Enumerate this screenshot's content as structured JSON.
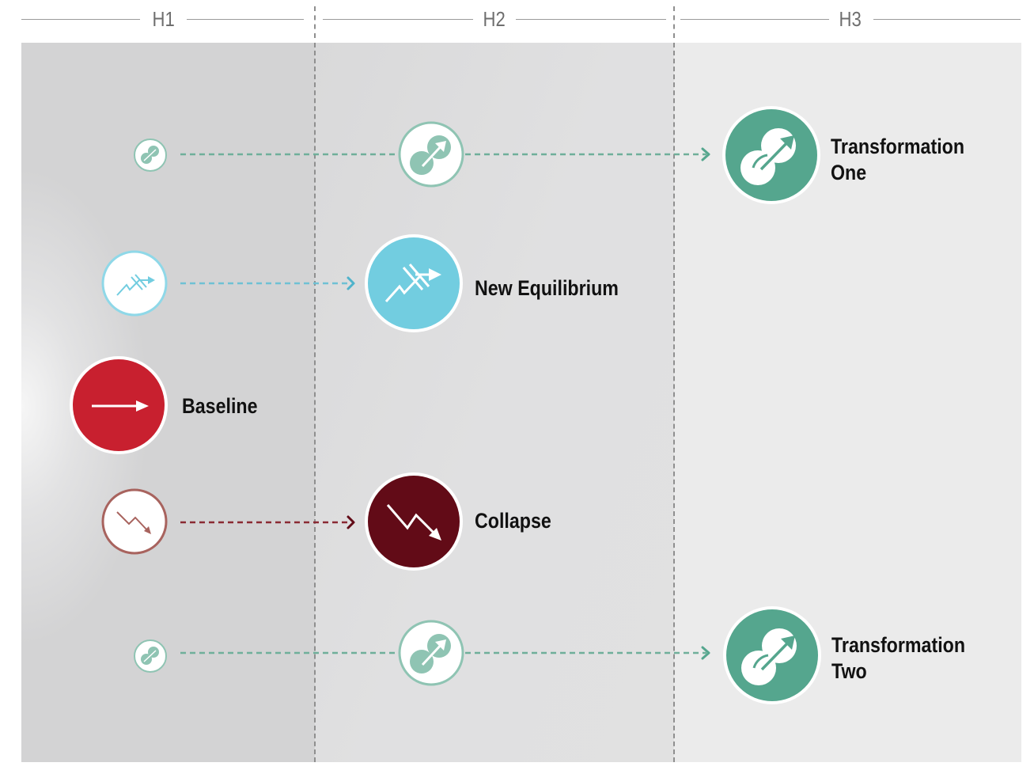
{
  "header": {
    "horizons": [
      {
        "label": "H1"
      },
      {
        "label": "H2"
      },
      {
        "label": "H3"
      }
    ]
  },
  "colors": {
    "transformation": "#55a68e",
    "transformation_light": "#8fc4b3",
    "new_equilibrium": "#72cde0",
    "baseline": "#c8202f",
    "collapse": "#620b17",
    "collapse_light": "#a8635e",
    "divider": "#8f8f8f"
  },
  "nodes": {
    "transformation_one": {
      "label_line1": "Transformation",
      "label_line2": "One",
      "icon": "two-circles-arrow-icon"
    },
    "new_equilibrium": {
      "label": "New Equilibrium",
      "icon": "zigzag-barrier-arrow-icon"
    },
    "baseline": {
      "label": "Baseline",
      "icon": "right-arrow-icon"
    },
    "collapse": {
      "label": "Collapse",
      "icon": "down-zigzag-arrow-icon"
    },
    "transformation_two": {
      "label_line1": "Transformation",
      "label_line2": "Two",
      "icon": "two-circles-arrow-icon"
    }
  },
  "paths": [
    {
      "from": "H1",
      "via": "H2",
      "to": "H3",
      "scenario": "Transformation One"
    },
    {
      "from": "H1",
      "to": "H2",
      "scenario": "New Equilibrium"
    },
    {
      "from": "H1",
      "scenario": "Baseline"
    },
    {
      "from": "H1",
      "to": "H2",
      "scenario": "Collapse"
    },
    {
      "from": "H1",
      "via": "H2",
      "to": "H3",
      "scenario": "Transformation Two"
    }
  ]
}
